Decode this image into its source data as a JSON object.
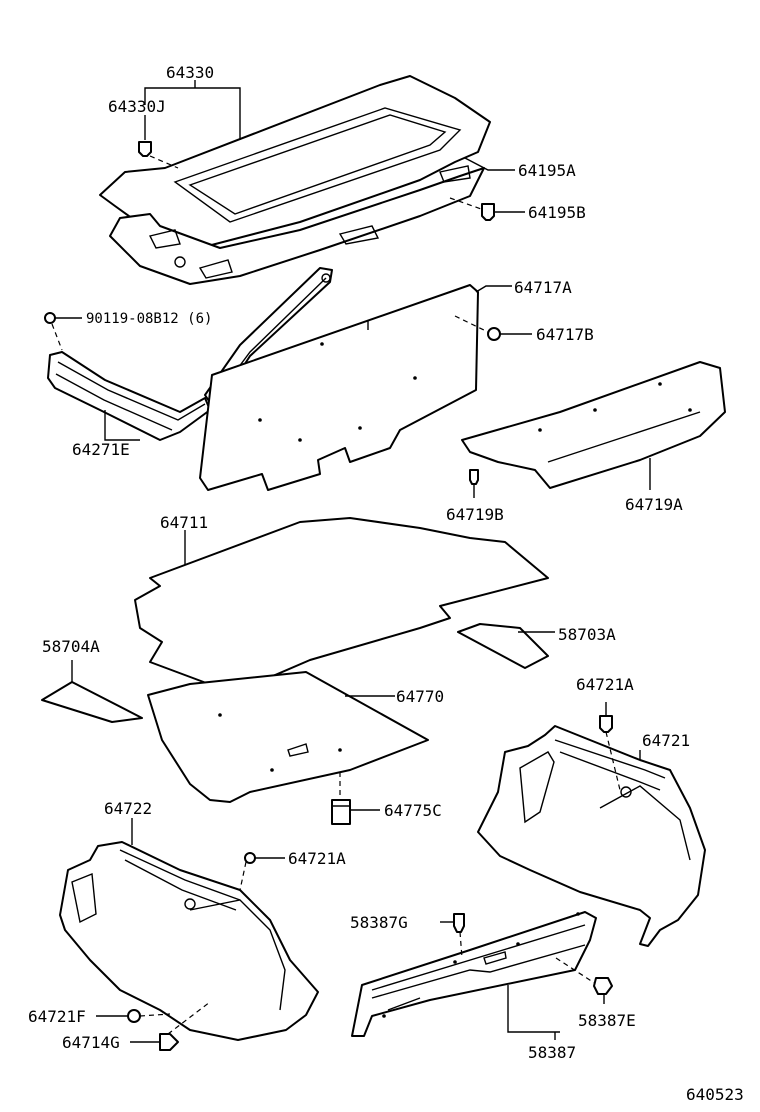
{
  "labels": {
    "p64330": "64330",
    "p64330J": "64330J",
    "p64195A": "64195A",
    "p64195B": "64195B",
    "p90119": "90119-08B12 (6)",
    "p64717A": "64717A",
    "p64717B": "64717B",
    "p64271E": "64271E",
    "p64719B": "64719B",
    "p64719A": "64719A",
    "p64711": "64711",
    "p58703A": "58703A",
    "p58704A": "58704A",
    "p64770": "64770",
    "p64721A_top": "64721A",
    "p64721": "64721",
    "p64775C": "64775C",
    "p64722": "64722",
    "p64721A_mid": "64721A",
    "p58387G": "58387G",
    "p64721F": "64721F",
    "p58387E": "58387E",
    "p64714G": "64714G",
    "p58387": "58387",
    "ref_number": "640523"
  }
}
